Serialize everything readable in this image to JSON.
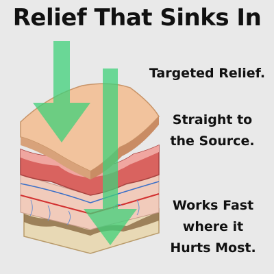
{
  "headline": "Relief That Sinks In",
  "claims": [
    "Targeted Relief.",
    "Straight to the Source.",
    "Works Fast where it Hurts Most."
  ],
  "colors": {
    "background": "#e9e9e9",
    "text": "#111111",
    "arrow": "#3fd07a",
    "patch": "#f2c39d",
    "muscle": "#d9635f"
  },
  "icons": [
    "down-arrow-icon",
    "down-arrow-icon"
  ]
}
